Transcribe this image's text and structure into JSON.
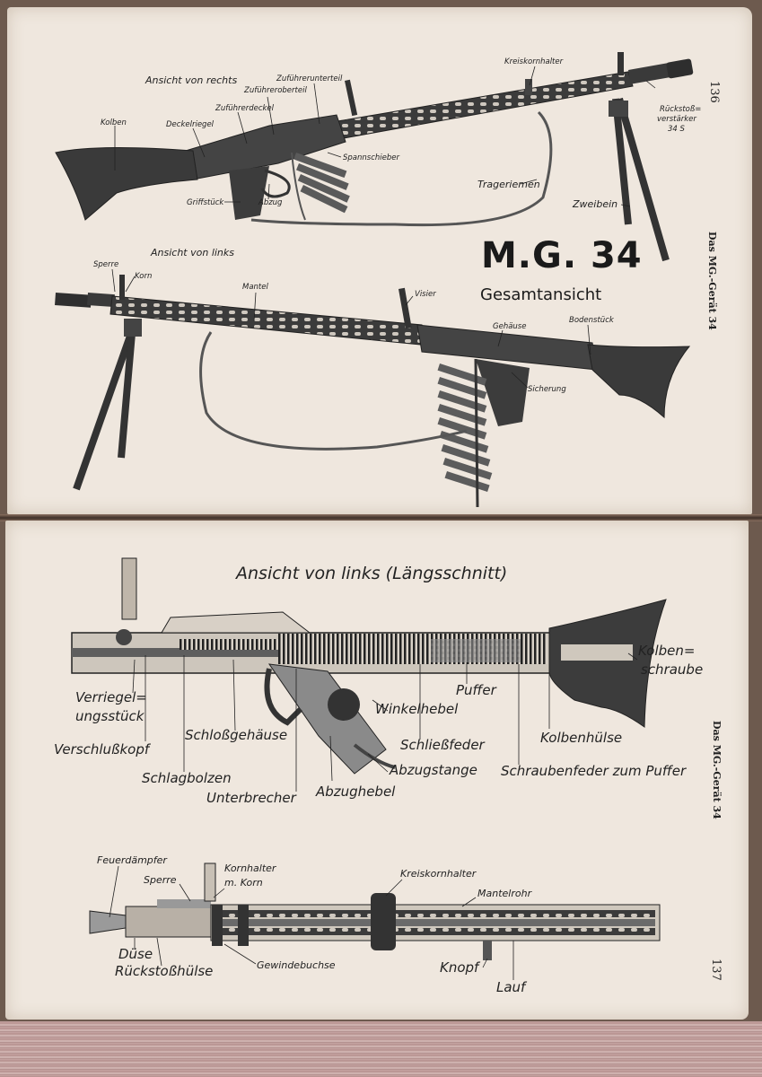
{
  "top_page": {
    "page_number": "136",
    "running_head": "Das MG.-Gerät 34",
    "title": "M.G. 34",
    "subtitle": "Gesamtansicht",
    "view_right": {
      "heading": "Ansicht von rechts",
      "labels": {
        "kolben": "Kolben",
        "deckelriegel": "Deckelriegel",
        "zufuehrerdeckel": "Zuführerdeckel",
        "zufuehreroberteil": "Zuführeroberteil",
        "zufuehrerunterteil": "Zuführerunterteil",
        "kreiskornhalter": "Kreiskornhalter",
        "rueckstoss1": "Rückstoß=",
        "rueckstoss2": "verstärker",
        "rueckstoss3": "34 S",
        "spannschieber": "Spannschieber",
        "griffstueck": "Griffstück",
        "abzug": "Abzug",
        "trageriemen": "Trageriemen",
        "zweibein": "Zweibein"
      }
    },
    "view_left": {
      "heading": "Ansicht von links",
      "labels": {
        "sperre": "Sperre",
        "korn": "Korn",
        "mantel": "Mantel",
        "visier": "Visier",
        "gehaeuse": "Gehäuse",
        "bodenstueck": "Bodenstück",
        "sicherung": "Sicherung"
      }
    }
  },
  "bottom_page": {
    "page_number": "137",
    "running_head": "Das MG.-Gerät 34",
    "section": {
      "heading": "Ansicht von links (Längsschnitt)",
      "labels": {
        "verriegel1": "Verriegel=",
        "verriegel2": "ungsstück",
        "verschlusskopf": "Verschlußkopf",
        "schlossgehaeuse": "Schloßgehäuse",
        "schlagbolzen": "Schlagbolzen",
        "unterbrecher": "Unterbrecher",
        "abzughebel": "Abzughebel",
        "abzugstange": "Abzugstange",
        "winkelhebel": "Winkelhebel",
        "schliessfeder": "Schließfeder",
        "puffer": "Puffer",
        "schraubenfeder": "Schraubenfeder zum Puffer",
        "kolbenhuelse": "Kolbenhülse",
        "kolbenschraube1": "Kolben=",
        "kolbenschraube2": "schraube"
      }
    },
    "barrel": {
      "labels": {
        "feuerdaempfer": "Feuerdämpfer",
        "sperre": "Sperre",
        "kornhalter1": "Kornhalter",
        "kornhalter2": "m. Korn",
        "kreiskornhalter": "Kreiskornhalter",
        "mantelrohr": "Mantelrohr",
        "duese": "Düse",
        "rueckstosshuelse": "Rückstoßhülse",
        "gewindebuchse": "Gewindebuchse",
        "knopf": "Knopf",
        "lauf": "Lauf"
      }
    }
  }
}
